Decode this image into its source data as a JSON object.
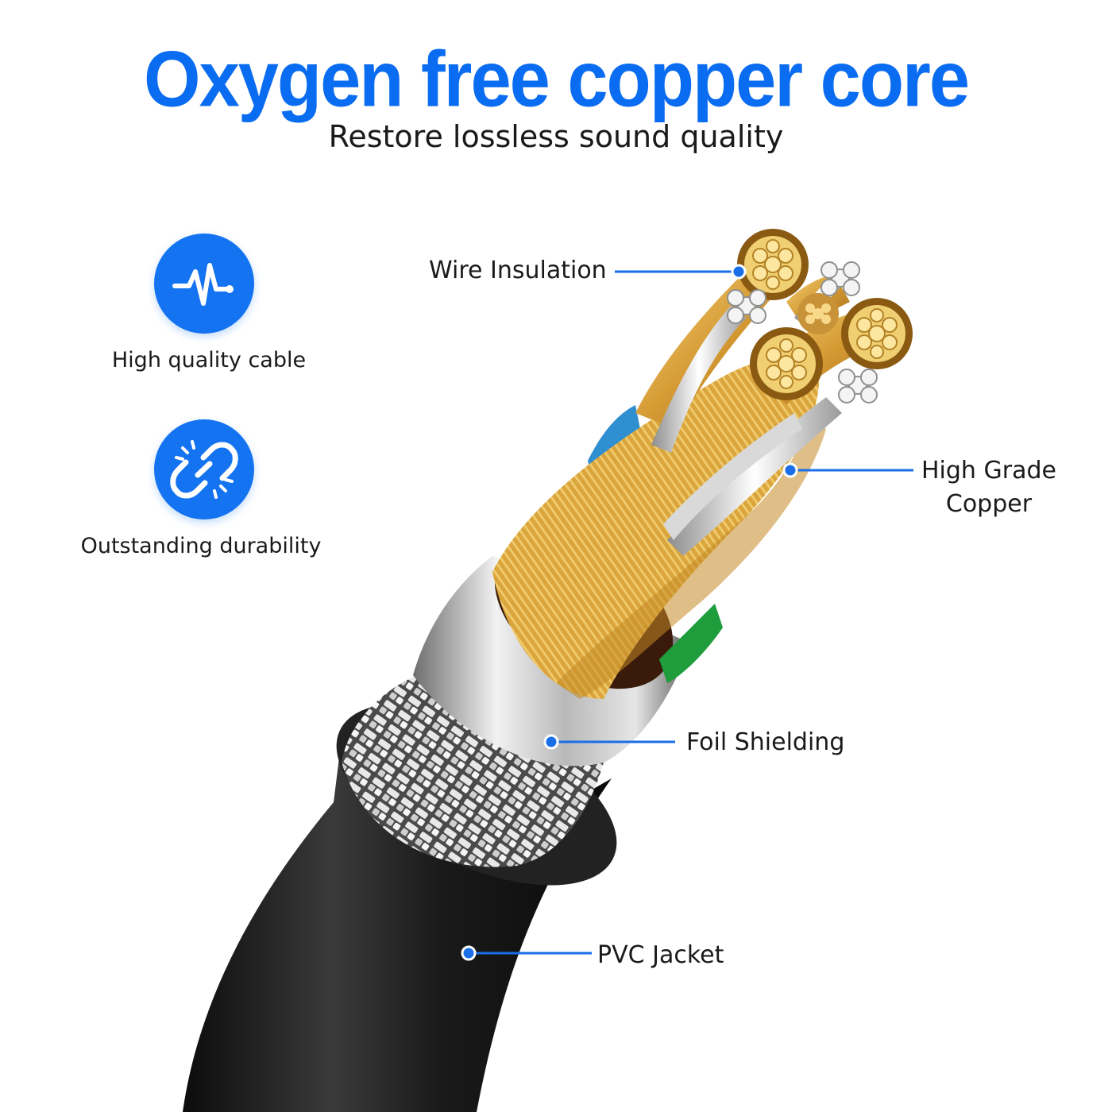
{
  "header": {
    "title": "Oxygen free copper core",
    "subtitle": "Restore lossless sound quality"
  },
  "features": [
    {
      "label": "High quality cable",
      "icon": "heartbeat-icon"
    },
    {
      "label": "Outstanding durability",
      "icon": "broken-link-icon"
    }
  ],
  "callouts": {
    "wire_insulation": "Wire Insulation",
    "high_grade_copper_1": "High Grade",
    "high_grade_copper_2": "Copper",
    "foil_shielding": "Foil Shielding",
    "pvc_jacket": "PVC Jacket"
  },
  "colors": {
    "accent": "#0a6cf0",
    "icon_bg": "#1473f0",
    "copper": "#d9a53c",
    "jacket": "#1c1c1c"
  }
}
